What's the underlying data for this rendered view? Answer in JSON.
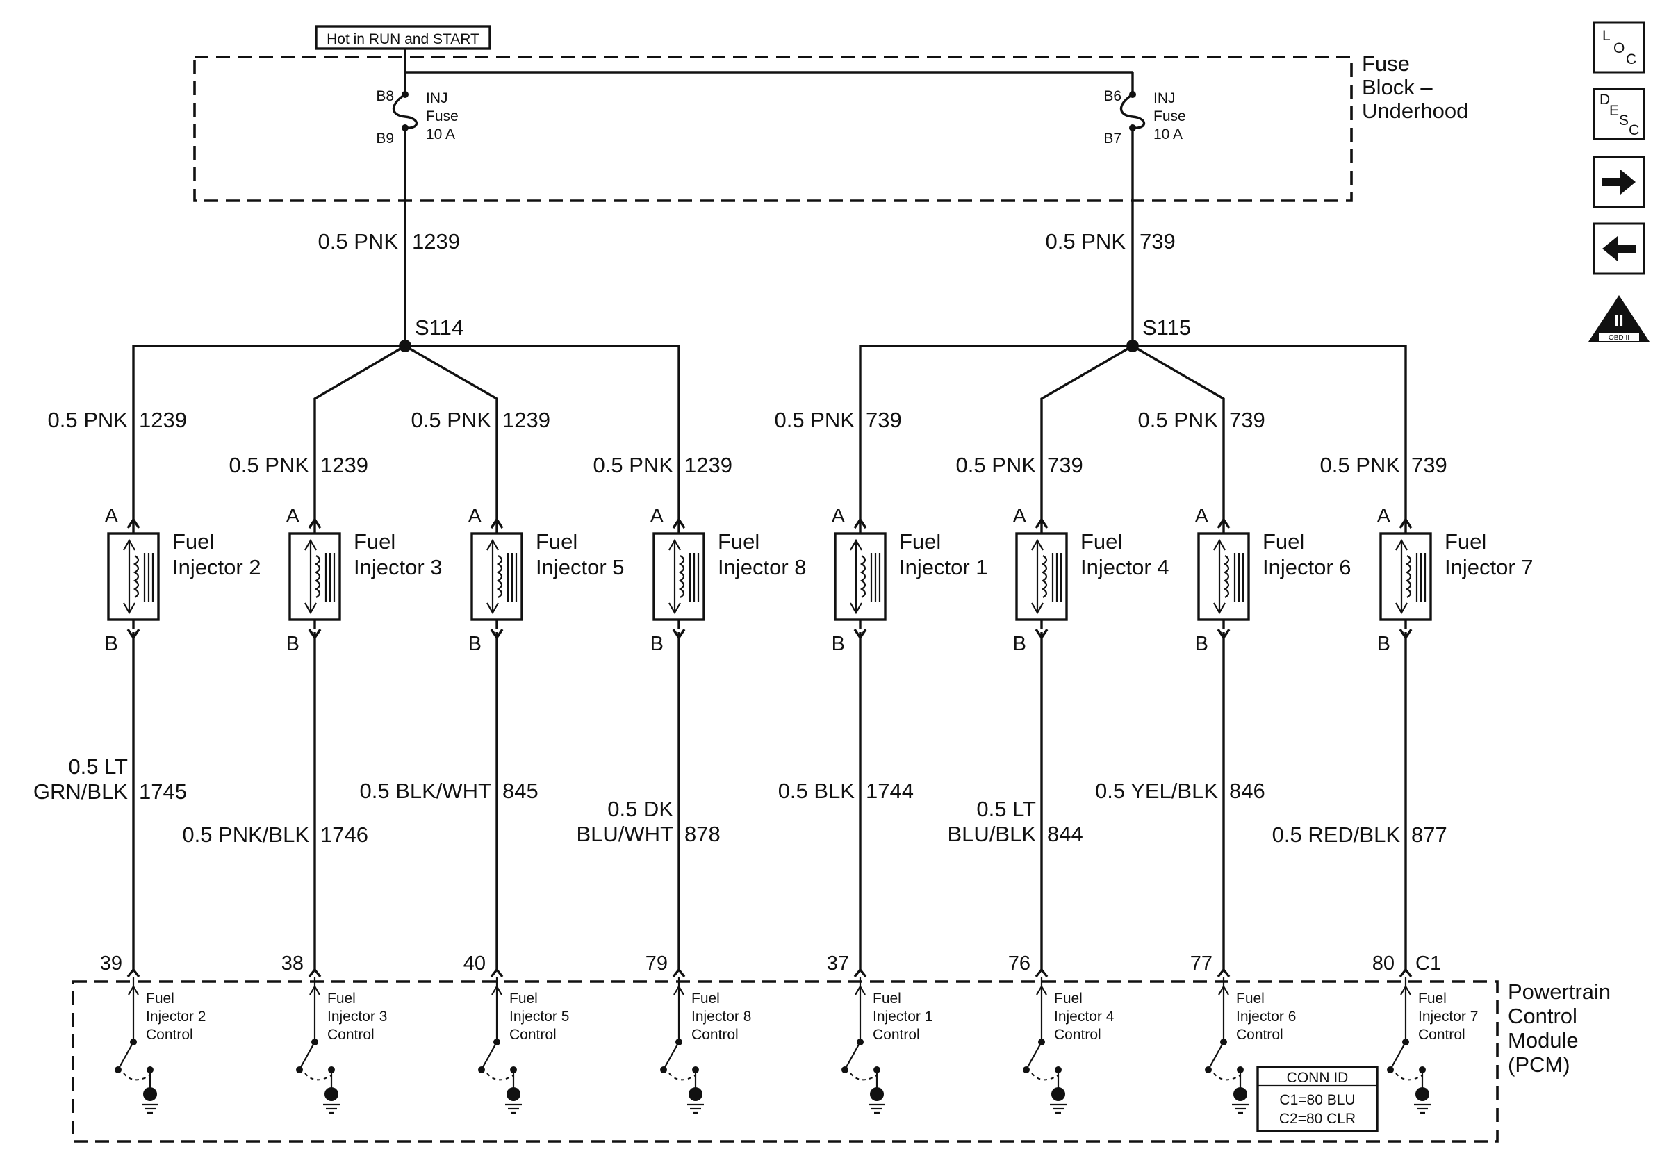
{
  "header": {
    "power_label": "Hot in RUN and START"
  },
  "fuse_block": {
    "name_lines": [
      "Fuse",
      "Block –",
      "Underhood"
    ],
    "fuses": [
      {
        "id": "left",
        "pin_top": "B8",
        "pin_bottom": "B9",
        "lines": [
          "INJ",
          "Fuse",
          "10 A"
        ]
      },
      {
        "id": "right",
        "pin_top": "B6",
        "pin_bottom": "B7",
        "lines": [
          "INJ",
          "Fuse",
          "10 A"
        ]
      }
    ]
  },
  "feeds": [
    {
      "id": "left",
      "wire": "0.5 PNK",
      "circuit": "1239",
      "splice": "S114"
    },
    {
      "id": "right",
      "wire": "0.5 PNK",
      "circuit": "739",
      "splice": "S115"
    }
  ],
  "injectors": [
    {
      "name_lines": [
        "Fuel",
        "Injector 2"
      ],
      "supply_wire": "0.5 PNK",
      "supply_circuit": "1239",
      "pin_a": "A",
      "pin_b": "B",
      "ctrl_wire_lines": [
        "0.5 LT",
        "GRN/BLK"
      ],
      "ctrl_circuit": "1745",
      "pcm_pin": "39",
      "pcm_label_lines": [
        "Fuel",
        "Injector 2",
        "Control"
      ]
    },
    {
      "name_lines": [
        "Fuel",
        "Injector 3"
      ],
      "supply_wire": "0.5 PNK",
      "supply_circuit": "1239",
      "pin_a": "A",
      "pin_b": "B",
      "ctrl_wire_lines": [
        "0.5 PNK/BLK"
      ],
      "ctrl_circuit": "1746",
      "pcm_pin": "38",
      "pcm_label_lines": [
        "Fuel",
        "Injector 3",
        "Control"
      ]
    },
    {
      "name_lines": [
        "Fuel",
        "Injector 5"
      ],
      "supply_wire": "0.5 PNK",
      "supply_circuit": "1239",
      "pin_a": "A",
      "pin_b": "B",
      "ctrl_wire_lines": [
        "0.5 BLK/WHT"
      ],
      "ctrl_circuit": "845",
      "pcm_pin": "40",
      "pcm_label_lines": [
        "Fuel",
        "Injector 5",
        "Control"
      ]
    },
    {
      "name_lines": [
        "Fuel",
        "Injector 8"
      ],
      "supply_wire": "0.5 PNK",
      "supply_circuit": "1239",
      "pin_a": "A",
      "pin_b": "B",
      "ctrl_wire_lines": [
        "0.5 DK",
        "BLU/WHT"
      ],
      "ctrl_circuit": "878",
      "pcm_pin": "79",
      "pcm_label_lines": [
        "Fuel",
        "Injector 8",
        "Control"
      ]
    },
    {
      "name_lines": [
        "Fuel",
        "Injector 1"
      ],
      "supply_wire": "0.5 PNK",
      "supply_circuit": "739",
      "pin_a": "A",
      "pin_b": "B",
      "ctrl_wire_lines": [
        "0.5 BLK"
      ],
      "ctrl_circuit": "1744",
      "pcm_pin": "37",
      "pcm_label_lines": [
        "Fuel",
        "Injector 1",
        "Control"
      ]
    },
    {
      "name_lines": [
        "Fuel",
        "Injector 4"
      ],
      "supply_wire": "0.5 PNK",
      "supply_circuit": "739",
      "pin_a": "A",
      "pin_b": "B",
      "ctrl_wire_lines": [
        "0.5 LT",
        "BLU/BLK"
      ],
      "ctrl_circuit": "844",
      "pcm_pin": "76",
      "pcm_label_lines": [
        "Fuel",
        "Injector 4",
        "Control"
      ]
    },
    {
      "name_lines": [
        "Fuel",
        "Injector 6"
      ],
      "supply_wire": "0.5 PNK",
      "supply_circuit": "739",
      "pin_a": "A",
      "pin_b": "B",
      "ctrl_wire_lines": [
        "0.5 YEL/BLK"
      ],
      "ctrl_circuit": "846",
      "pcm_pin": "77",
      "pcm_label_lines": [
        "Fuel",
        "Injector 6",
        "Control"
      ]
    },
    {
      "name_lines": [
        "Fuel",
        "Injector 7"
      ],
      "supply_wire": "0.5 PNK",
      "supply_circuit": "739",
      "pin_a": "A",
      "pin_b": "B",
      "ctrl_wire_lines": [
        "0.5 RED/BLK"
      ],
      "ctrl_circuit": "877",
      "pcm_pin": "80",
      "pcm_label_lines": [
        "Fuel",
        "Injector 7",
        "Control"
      ]
    }
  ],
  "pcm": {
    "connector": "C1",
    "name_lines": [
      "Powertrain",
      "Control",
      "Module",
      "(PCM)"
    ],
    "conn_id": {
      "title": "CONN ID",
      "lines": [
        "C1=80 BLU",
        "C2=80 CLR"
      ]
    }
  },
  "nav": [
    {
      "id": "loc",
      "label": "LOC",
      "icon": "loc-icon"
    },
    {
      "id": "desc",
      "label": "DESC",
      "icon": "desc-icon"
    },
    {
      "id": "next",
      "label": "",
      "icon": "arrow-right-icon"
    },
    {
      "id": "prev",
      "label": "",
      "icon": "arrow-left-icon"
    },
    {
      "id": "obd",
      "label": "OBD II",
      "icon": "obd-ii-icon"
    }
  ]
}
